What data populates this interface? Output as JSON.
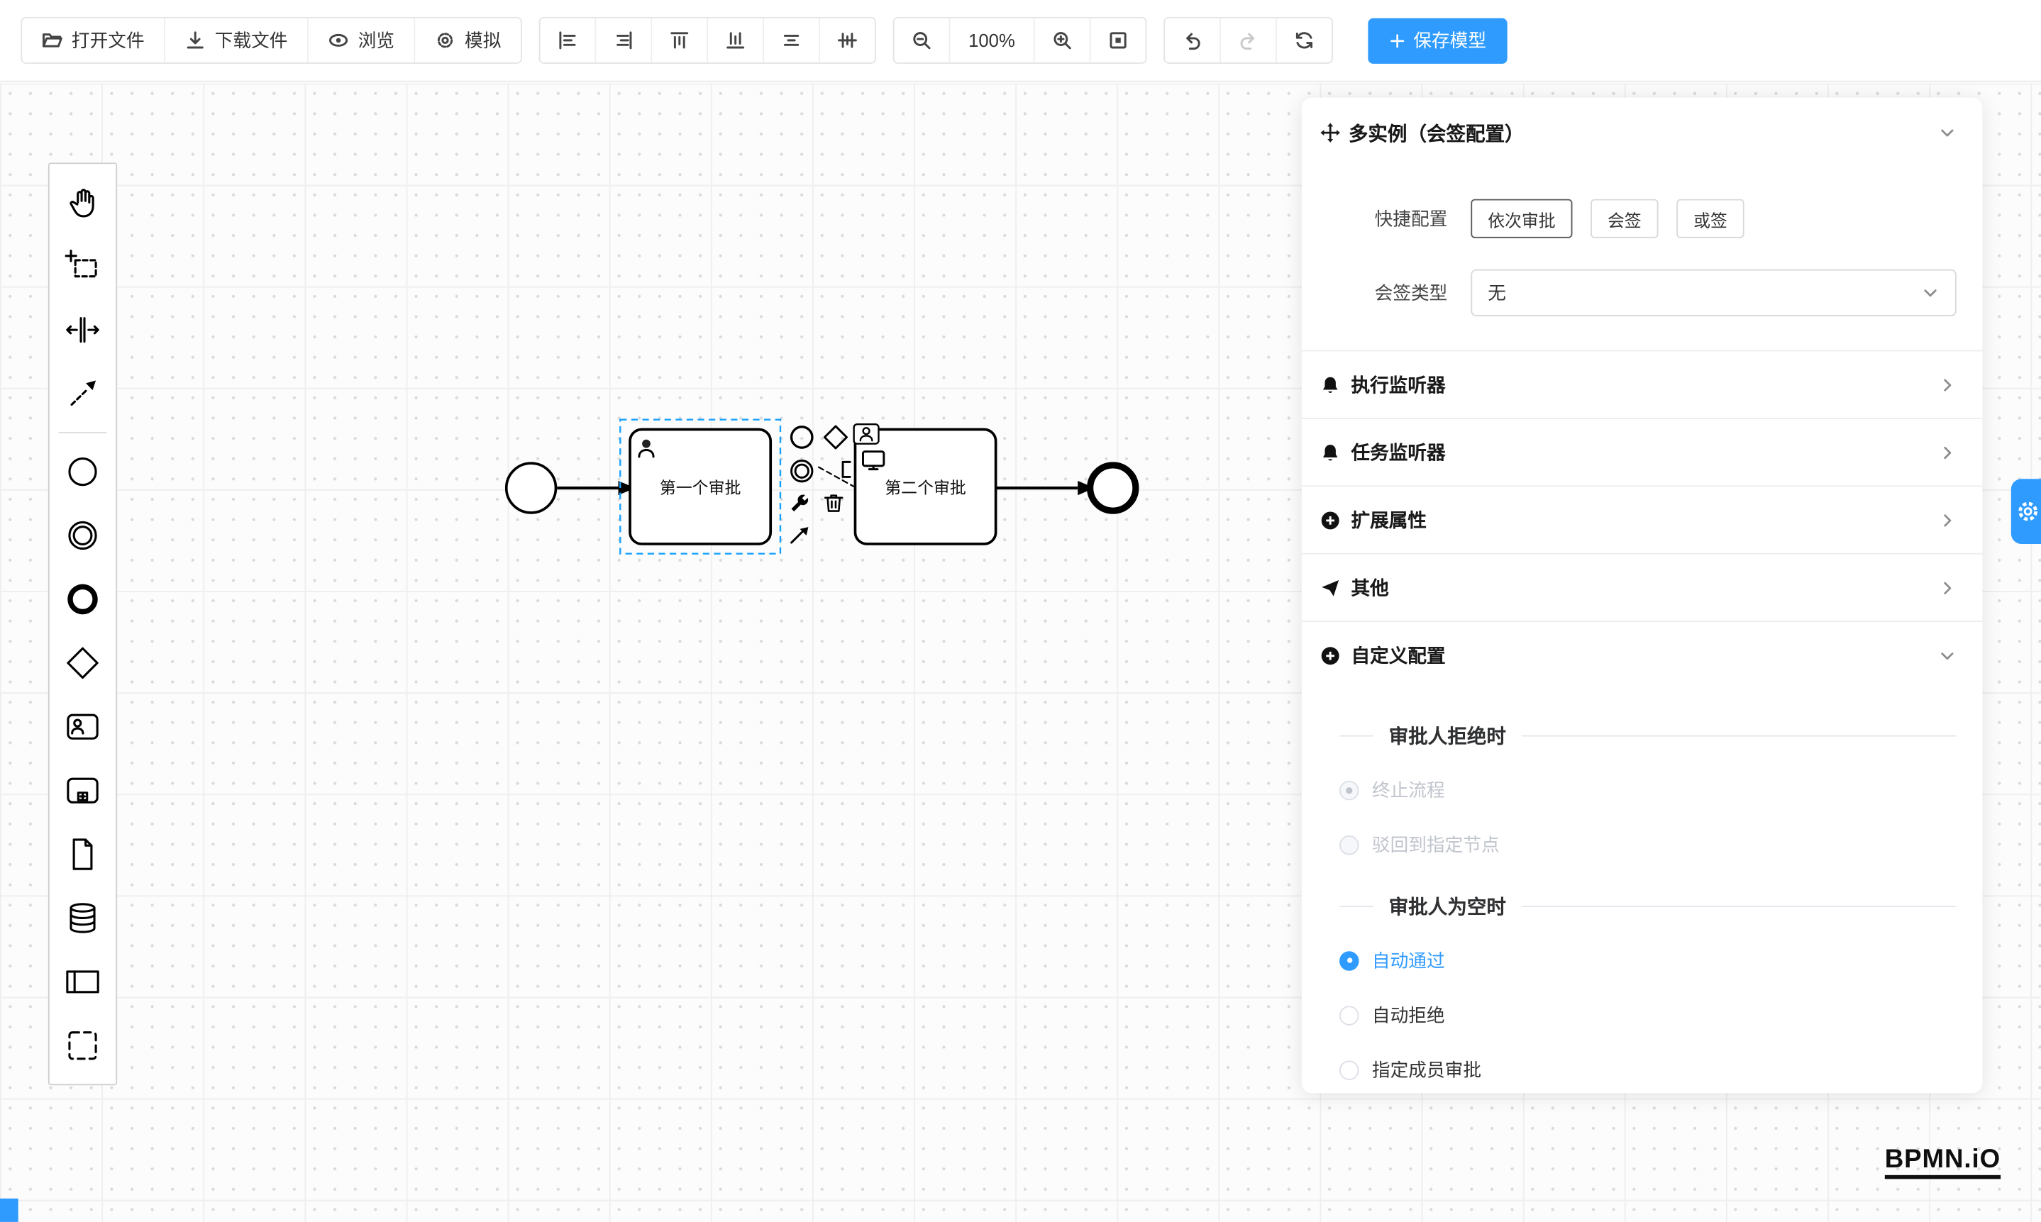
{
  "colors": {
    "accent": "#2f9bff",
    "selection": "#18a2ff",
    "disabled_text": "#c0c4cc"
  },
  "toolbar": {
    "open_file": "打开文件",
    "download_file": "下载文件",
    "preview": "浏览",
    "simulate": "模拟",
    "zoom_level": "100%",
    "save_model": "保存模型"
  },
  "diagram": {
    "task1_label": "第一个审批",
    "task2_label": "第二个审批"
  },
  "panel": {
    "title": "多实例（会签配置）",
    "quick_config_label": "快捷配置",
    "quick_options": [
      "依次审批",
      "会签",
      "或签"
    ],
    "sign_type_label": "会签类型",
    "sign_type_value": "无",
    "collapse_rows": [
      {
        "label": "执行监听器"
      },
      {
        "label": "任务监听器"
      },
      {
        "label": "扩展属性"
      },
      {
        "label": "其他"
      },
      {
        "label": "自定义配置"
      }
    ],
    "reject_section": {
      "title": "审批人拒绝时",
      "options": [
        {
          "label": "终止流程"
        },
        {
          "label": "驳回到指定节点"
        }
      ]
    },
    "empty_section": {
      "title": "审批人为空时",
      "options": [
        {
          "label": "自动通过"
        },
        {
          "label": "自动拒绝"
        },
        {
          "label": "指定成员审批"
        }
      ]
    }
  },
  "watermark": "BPMN.iO"
}
